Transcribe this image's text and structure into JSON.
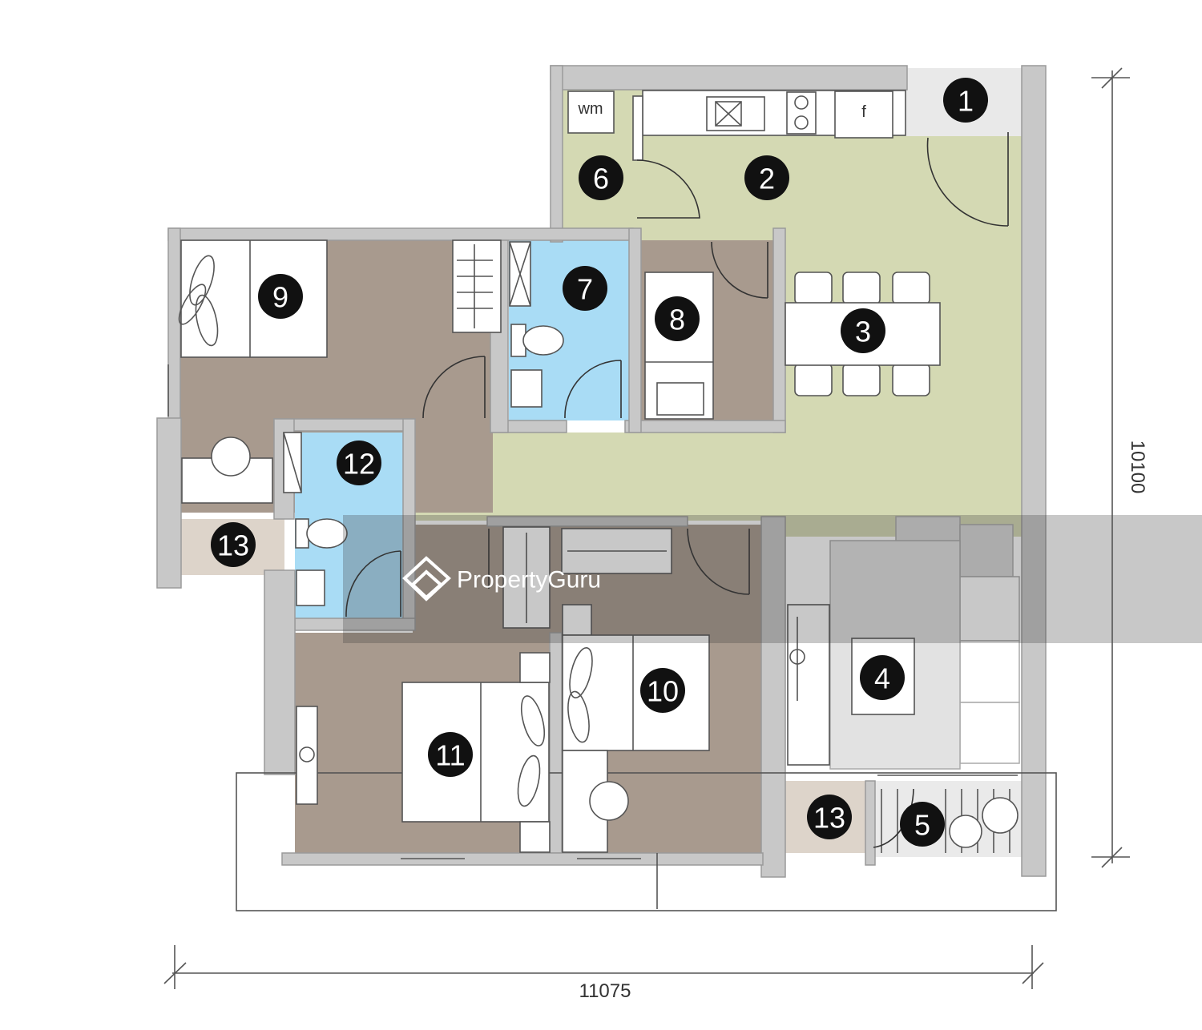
{
  "fixture_labels": {
    "washing_machine": "wm",
    "fridge": "f"
  },
  "room_numbers": [
    "1",
    "2",
    "3",
    "4",
    "5",
    "6",
    "7",
    "8",
    "9",
    "10",
    "11",
    "12",
    "13",
    "13"
  ],
  "dimensions": {
    "width": "11075",
    "height": "10100"
  },
  "watermark": {
    "text": "PropertyGuru"
  },
  "colors": {
    "living_green": "#d4d9b3",
    "bedroom_brown": "#a89a8e",
    "bath_blue": "#a9dcf5",
    "yard_beige": "#ddd4ca",
    "wall_gray": "#c8c8c8",
    "badge": "#111111"
  }
}
